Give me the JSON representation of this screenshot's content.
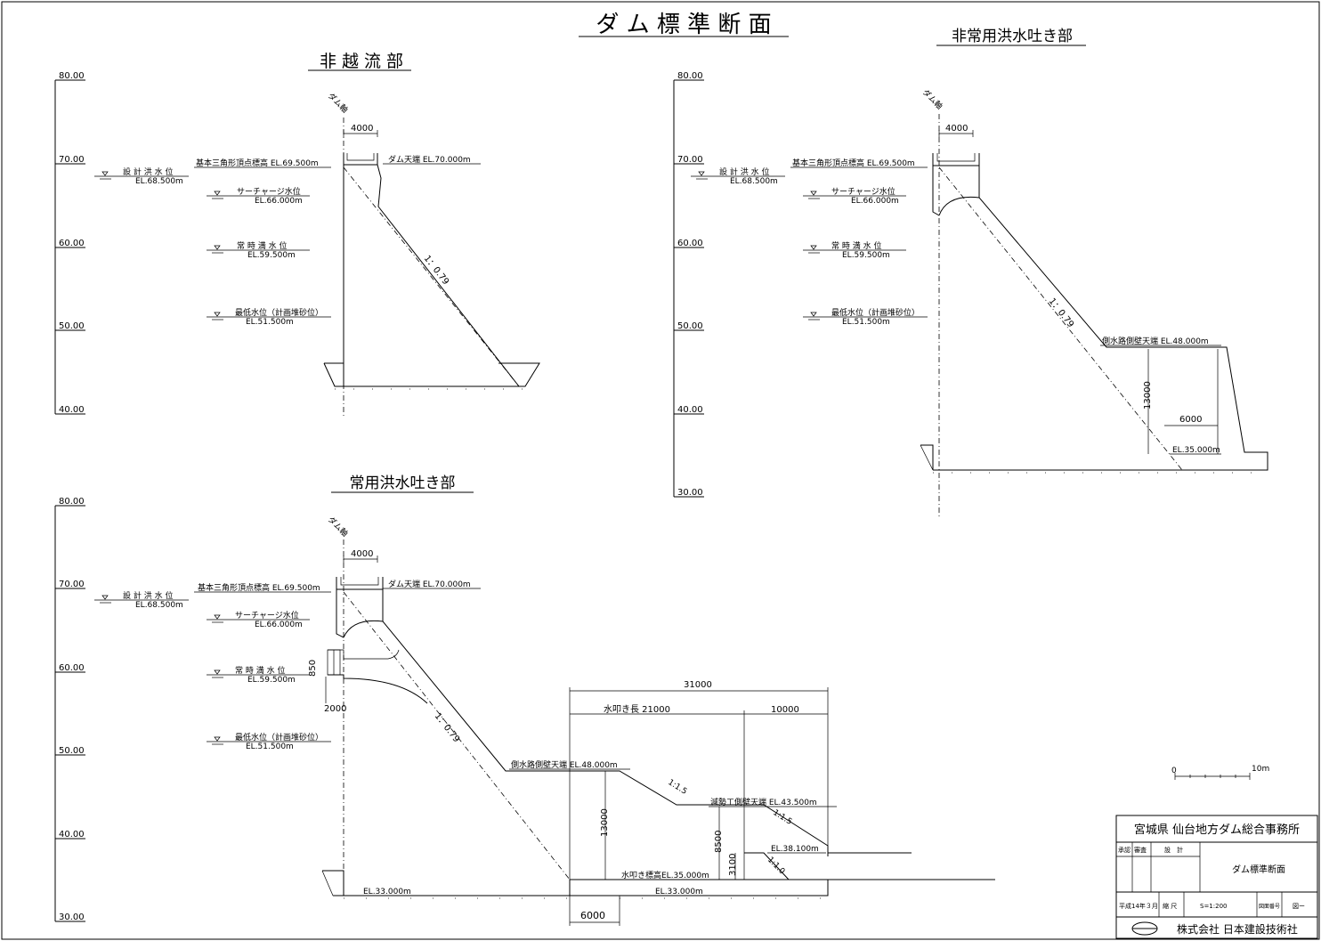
{
  "title": "ダ ム 標 準 断 面",
  "sections": {
    "non_overflow": {
      "title": "非 越 流 部"
    },
    "emergency_spillway": {
      "title": "非常用洪水吐き部"
    },
    "service_spillway": {
      "title": "常用洪水吐き部"
    }
  },
  "axis": {
    "ticks_a": [
      "80.00",
      "70.00",
      "60.00",
      "50.00",
      "40.00"
    ],
    "ticks_b": [
      "80.00",
      "70.00",
      "60.00",
      "50.00",
      "40.00",
      "30.00"
    ]
  },
  "labels": {
    "dam_axis": "ダム軸",
    "crest_width": "4000",
    "dam_crest": "ダム天端 EL.70.000m",
    "triangle_apex": "基本三角形頂点標高 EL.69.500m",
    "design_flood_level": "設 計 洪 水 位",
    "design_flood_el": "EL.68.500m",
    "surcharge_level": "サーチャージ水位",
    "surcharge_el": "EL.66.000m",
    "normal_level": "常 時 満 水 位",
    "normal_el": "EL.59.500m",
    "min_level": "最低水位（計画堆砂位）",
    "min_el": "EL.51.500m",
    "slope": "1：0.79",
    "side_wall_crest": "側水路側壁天端 EL.48.000m",
    "height_13000": "13000",
    "width_6000": "6000",
    "el_35": "EL.35.000m",
    "total_31000": "31000",
    "apron_length": "水叩き長 21000",
    "length_10000": "10000",
    "slope_15": "1:1.5",
    "slope_10": "1:1.0",
    "basin_wall_crest": "減勢工側壁天端 EL.43.500m",
    "el_38_1": "EL.38.100m",
    "height_8500": "8500",
    "height_3100": "3100",
    "apron_el": "水叩き標高EL.35.000m",
    "el_33": "EL.33.000m",
    "dim_850": "850",
    "dim_2000": "2000"
  },
  "scale_bar": {
    "start": "0",
    "end": "10m"
  },
  "title_block": {
    "office": "宮城県 仙台地方ダム総合事務所",
    "approval": "承認",
    "review": "審査",
    "design": "設　計",
    "drawing_name": "ダム標準断面",
    "date": "平成14年３月",
    "scale_label": "縮 尺",
    "scale": "S=1:200",
    "drawing_no_label": "図面番号",
    "drawing_no": "図ー",
    "company": "株式会社 日本建設技術社"
  }
}
